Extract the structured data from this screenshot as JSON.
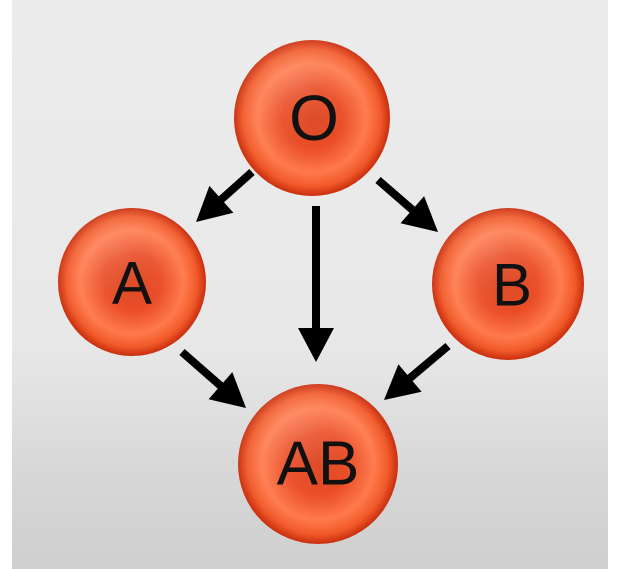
{
  "diagram": {
    "nodes": {
      "O": {
        "label": "O"
      },
      "A": {
        "label": "A"
      },
      "B": {
        "label": "B"
      },
      "AB": {
        "label": "AB"
      }
    },
    "edges": [
      {
        "from": "O",
        "to": "A"
      },
      {
        "from": "O",
        "to": "AB"
      },
      {
        "from": "O",
        "to": "B"
      },
      {
        "from": "A",
        "to": "AB"
      },
      {
        "from": "B",
        "to": "AB"
      }
    ],
    "colors": {
      "cell_light": "#ff8a5c",
      "cell_mid": "#f04a1e",
      "cell_dark": "#c22a0c",
      "arrow": "#000000",
      "label": "#111111"
    }
  }
}
